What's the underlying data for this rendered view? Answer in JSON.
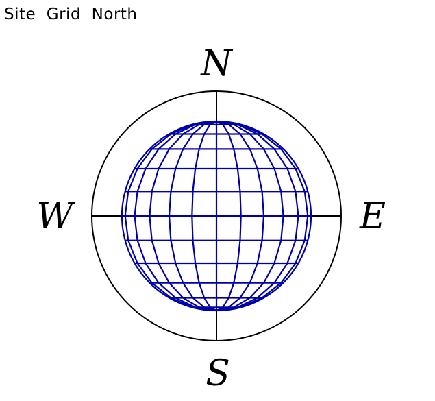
{
  "title": "Site  Grid  North",
  "directions": {
    "north": "N",
    "south": "S",
    "east": "E",
    "west": "W"
  },
  "colors": {
    "globe": "#0000a8",
    "compass": "#000000",
    "background": "#ffffff"
  }
}
